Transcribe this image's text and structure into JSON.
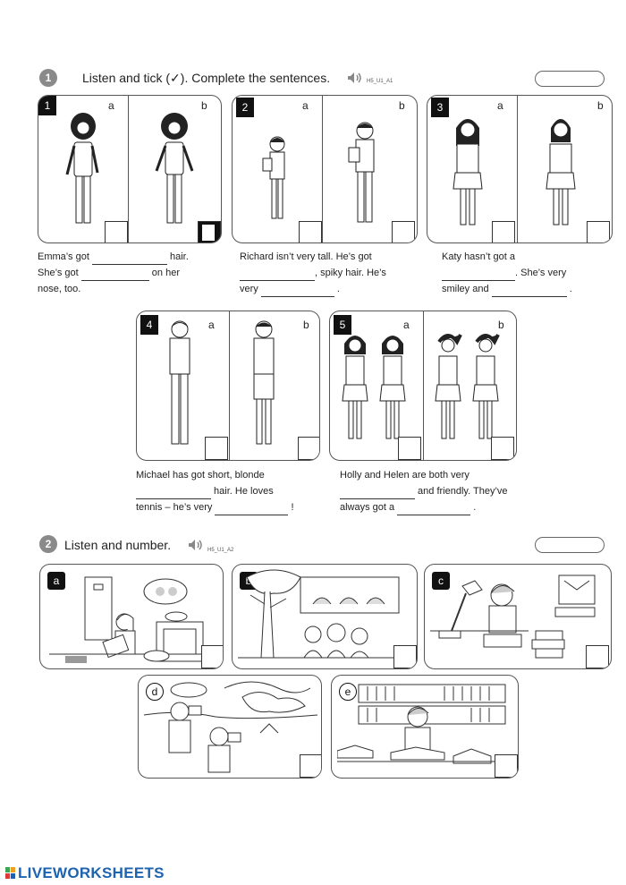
{
  "exercise1": {
    "number": "1",
    "title": "Listen and tick (✓). Complete the sentences.",
    "audio_code": "H5_U1_A1",
    "icons": {
      "audio": "speaker-icon"
    },
    "cards": [
      {
        "number": "1",
        "a": "a",
        "b": "b",
        "lines": [
          [
            "Emma’s got ",
            "blank",
            " hair."
          ],
          [
            "She’s got ",
            "blank",
            " on her"
          ],
          [
            "nose, too."
          ]
        ]
      },
      {
        "number": "2",
        "a": "a",
        "b": "b",
        "lines": [
          [
            "Richard isn’t very tall. He’s got"
          ],
          [
            "blank",
            ", spiky hair. He’s"
          ],
          [
            "very ",
            "blank",
            " ."
          ]
        ]
      },
      {
        "number": "3",
        "a": "a",
        "b": "b",
        "lines": [
          [
            "Katy hasn’t got a"
          ],
          [
            "blank",
            ". She’s very"
          ],
          [
            "smiley and ",
            "blank",
            " ."
          ]
        ]
      },
      {
        "number": "4",
        "a": "a",
        "b": "b",
        "lines": [
          [
            "Michael has got short, blonde"
          ],
          [
            "blank",
            " hair. He loves"
          ],
          [
            "tennis – he’s very ",
            "blank",
            " !"
          ]
        ]
      },
      {
        "number": "5",
        "a": "a",
        "b": "b",
        "lines": [
          [
            "Holly and Helen are both very"
          ],
          [
            "blank",
            " and friendly. They’ve"
          ],
          [
            "always got a ",
            "blank",
            " ."
          ]
        ]
      }
    ]
  },
  "exercise2": {
    "number": "2",
    "title": "Listen and number.",
    "audio_code": "H5_U1_A2",
    "scenes": [
      {
        "letter": "a"
      },
      {
        "letter": "b"
      },
      {
        "letter": "c"
      },
      {
        "letter": "d"
      },
      {
        "letter": "e"
      }
    ]
  },
  "footer": {
    "brand": "LIVEWORKSHEETS"
  }
}
